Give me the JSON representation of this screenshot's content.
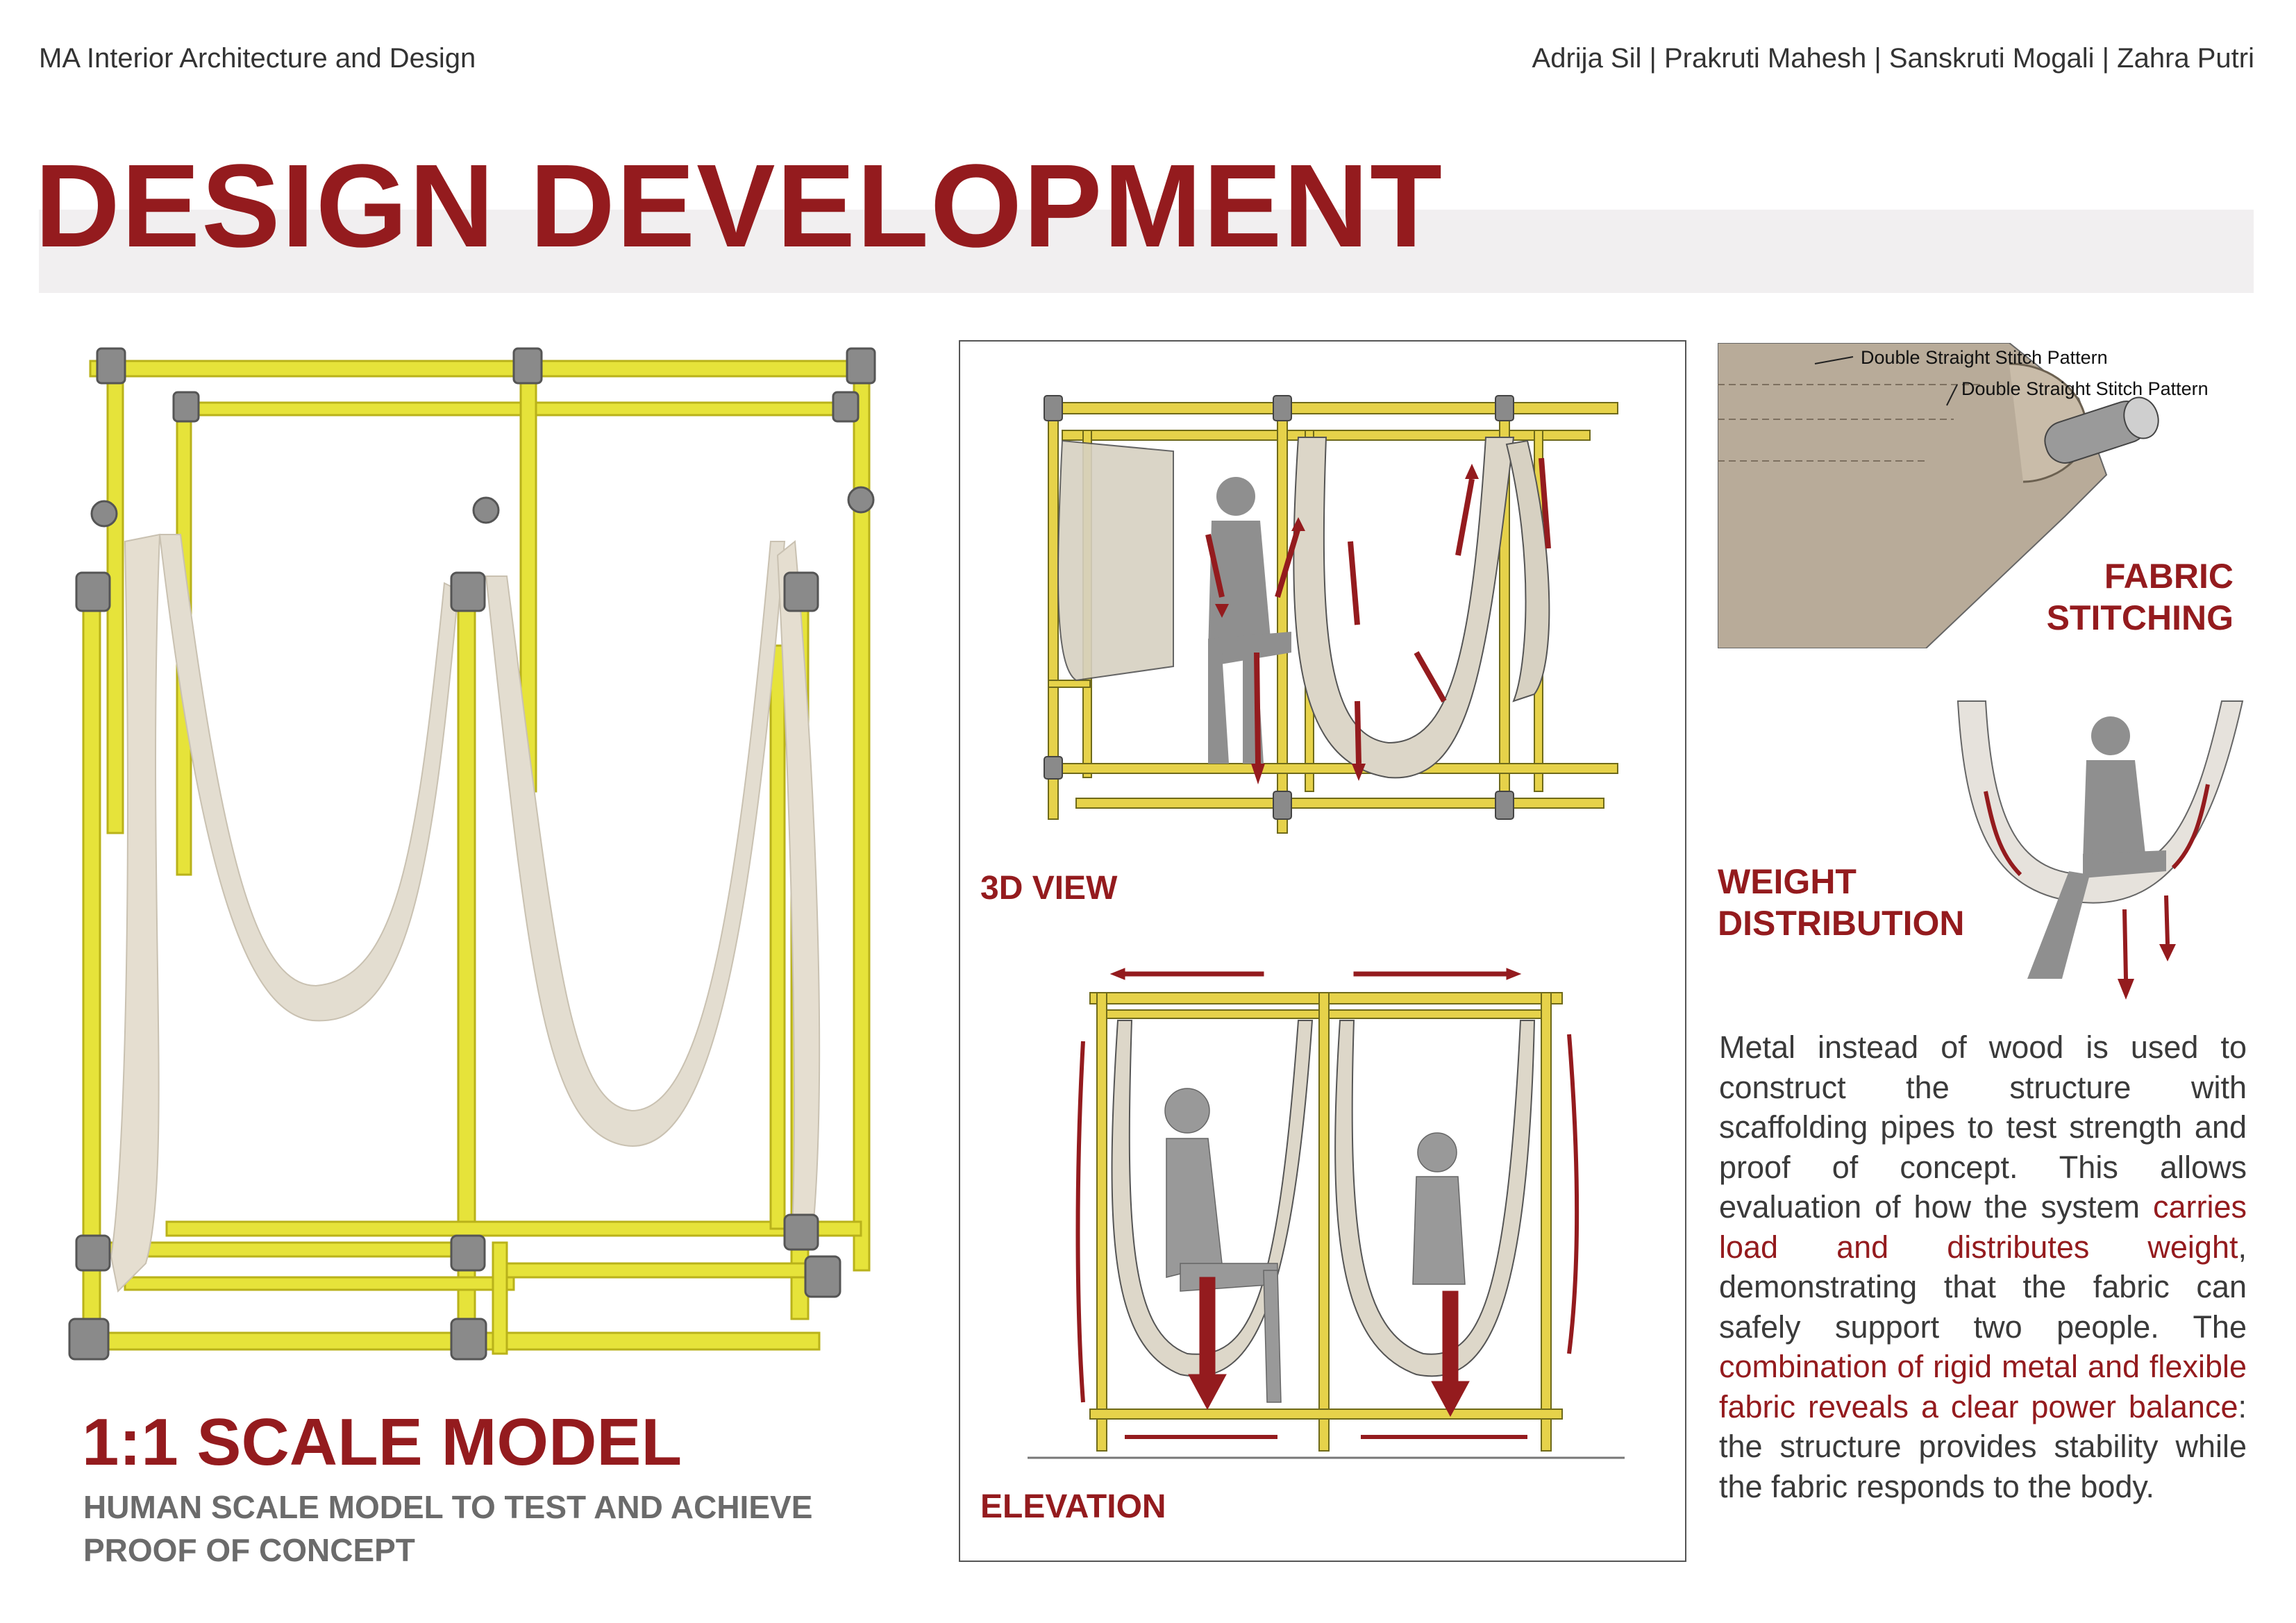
{
  "header": {
    "program": "MA Interior Architecture and Design",
    "authors": "Adrija Sil | Prakruti Mahesh | Sanskruti Mogali | Zahra Putri"
  },
  "title": "DESIGN DEVELOPMENT",
  "model": {
    "title": "1:1 SCALE MODEL",
    "subtitle_line1": "HUMAN SCALE MODEL TO TEST AND ACHIEVE",
    "subtitle_line2": "PROOF OF CONCEPT"
  },
  "views": {
    "view_3d_label": "3D VIEW",
    "elevation_label": "ELEVATION"
  },
  "stitching": {
    "label_1": "Double Straight Stitch Pattern",
    "label_2": "Double Straight Stitch Pattern",
    "title_line1": "FABRIC",
    "title_line2": "STITCHING"
  },
  "weight": {
    "title_line1": "WEIGHT",
    "title_line2": "DISTRIBUTION"
  },
  "description": {
    "p1": "Metal instead of wood is used to construct the structure with scaffolding pipes to test strength and proof of concept. This allows evaluation of  how the system ",
    "h1": "carries load and distributes weight",
    "p2": ", demonstrating that the fabric can safely support two people. The ",
    "h2": "combination of rigid metal and flexible fabric reveals a clear power balance",
    "p3": ": the structure provides stability while the fabric responds to the body."
  },
  "colors": {
    "accent": "#941b1e",
    "pipe_yellow": "#e6e33a",
    "fabric": "#e3ddd0",
    "coupler_grey": "#8a8a8a"
  }
}
